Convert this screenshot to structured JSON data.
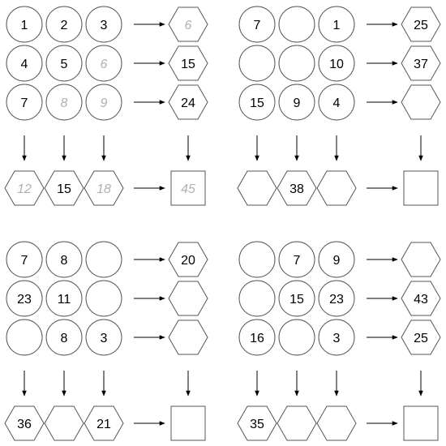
{
  "puzzles": [
    {
      "grid": [
        [
          "1",
          "2",
          "3"
        ],
        [
          "4",
          "5",
          "6"
        ],
        [
          "7",
          "8",
          "9"
        ]
      ],
      "row_sums": [
        "6",
        "15",
        "24"
      ],
      "col_sums": [
        "12",
        "15",
        "18"
      ],
      "total": "45",
      "hints": [
        "r0",
        "g1_2",
        "g2_1",
        "g2_2",
        "c0",
        "c2",
        "t"
      ]
    },
    {
      "grid": [
        [
          "7",
          "",
          "1"
        ],
        [
          "",
          "",
          "10"
        ],
        [
          "15",
          "9",
          "4"
        ]
      ],
      "row_sums": [
        "25",
        "37",
        ""
      ],
      "col_sums": [
        "",
        "38",
        ""
      ],
      "total": "",
      "hints": []
    },
    {
      "grid": [
        [
          "7",
          "8",
          ""
        ],
        [
          "23",
          "11",
          ""
        ],
        [
          "",
          "8",
          "3"
        ]
      ],
      "row_sums": [
        "20",
        "",
        ""
      ],
      "col_sums": [
        "36",
        "",
        "21"
      ],
      "total": "",
      "hints": []
    },
    {
      "grid": [
        [
          "",
          "7",
          "9"
        ],
        [
          "",
          "15",
          "23"
        ],
        [
          "16",
          "",
          "3"
        ]
      ],
      "row_sums": [
        "",
        "43",
        "25"
      ],
      "col_sums": [
        "35",
        "",
        ""
      ],
      "total": "",
      "hints": []
    }
  ],
  "colors": {
    "stroke": "#555555",
    "text": "#000000",
    "hint_text": "#b0b0b0"
  }
}
